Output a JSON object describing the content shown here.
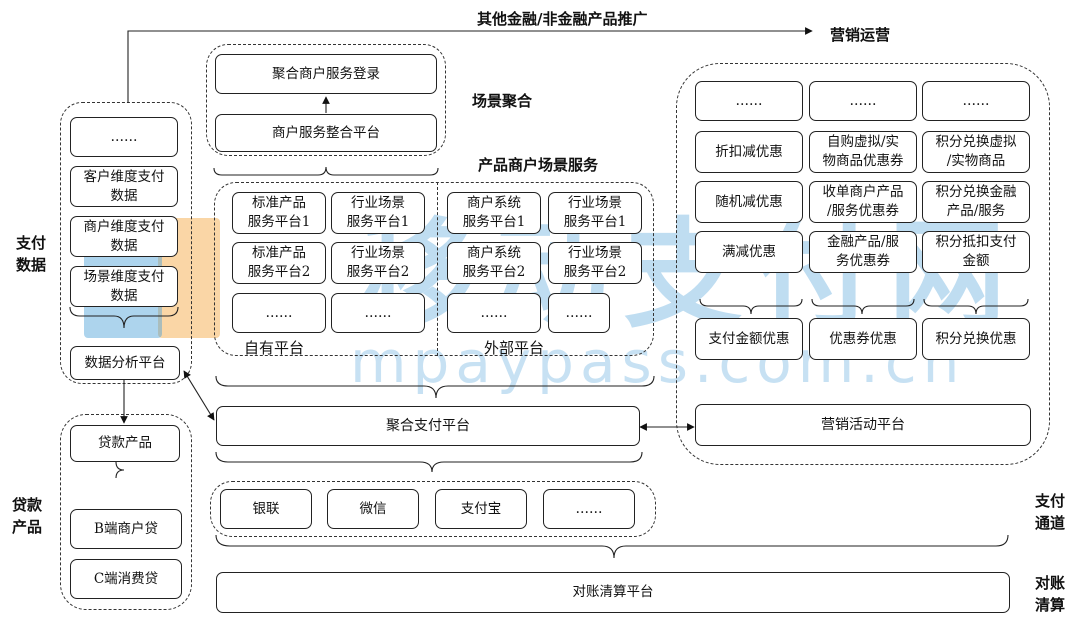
{
  "top": {
    "promo_label": "其他金融/非金融产品推广",
    "marketing_ops": "营销运营"
  },
  "side_labels": {
    "payment_data": "支付\n数据",
    "loan_products": "贷款\n产品",
    "payment_channel": "支付\n通道",
    "reconciliation": "对账\n清算"
  },
  "group_labels": {
    "scene_aggregation": "场景聚合",
    "product_merchant_scene": "产品商户场景服务",
    "own_platform": "自有平台",
    "external_platform": "外部平台"
  },
  "data_column": {
    "ellipsis": "……",
    "customer_dim": "客户维度支付\n数据",
    "merchant_dim": "商户维度支付\n数据",
    "scene_dim": "场景维度支付\n数据",
    "analysis_platform": "数据分析平台"
  },
  "loan_column": {
    "loan_products": "贷款产品",
    "b_loan": "B端商户贷",
    "c_loan": "C端消费贷"
  },
  "scene": {
    "login": "聚合商户服务登录",
    "integration": "商户服务整合平台"
  },
  "own": {
    "std1": "标准产品\n服务平台1",
    "ind1": "行业场景\n服务平台1",
    "std2": "标准产品\n服务平台2",
    "ind2": "行业场景\n服务平台2",
    "e1": "……",
    "e2": "……"
  },
  "external": {
    "ms1": "商户系统\n服务平台1",
    "ind1": "行业场景\n服务平台1",
    "ms2": "商户系统\n服务平台2",
    "ind2": "行业场景\n服务平台2",
    "e1": "……",
    "e2": "……"
  },
  "aggregated_payment": "聚合支付平台",
  "channels": {
    "unionpay": "银联",
    "wechat": "微信",
    "alipay": "支付宝",
    "more": "……"
  },
  "reconciliation_platform": "对账清算平台",
  "marketing": {
    "e1": "……",
    "e2": "……",
    "e3": "……",
    "discount": "折扣减优惠",
    "self_purchase": "自购虚拟/实\n物商品优惠券",
    "points_virtual": "积分兑换虚拟\n/实物商品",
    "random": "随机减优惠",
    "acquiring": "收单商户产品\n/服务优惠券",
    "points_finance": "积分兑换金融\n产品/服务",
    "full_reduction": "满减优惠",
    "finance_coupon": "金融产品/服\n务优惠券",
    "points_deduct": "积分抵扣支付\n金额",
    "pay_amount": "支付金额优惠",
    "coupon": "优惠券优惠",
    "points_exchange": "积分兑换优惠",
    "activity_platform": "营销活动平台"
  },
  "watermark": {
    "brand": "移动支付网",
    "url": "mpaypass.com.cn"
  },
  "colors": {
    "watermark_blue": "#4a9fd8",
    "watermark_orange": "#f3a33a",
    "line": "#222222"
  }
}
